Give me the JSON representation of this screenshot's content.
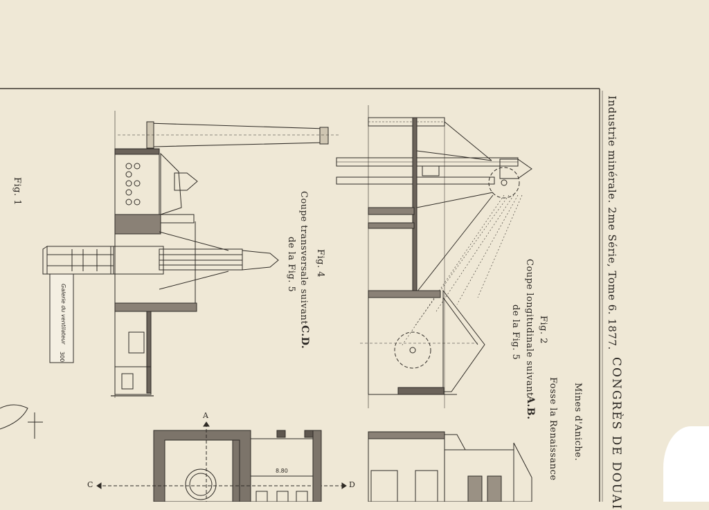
{
  "header": {
    "series_line": "Industrie minérale. 2me Série, Tome 6. 1877.",
    "congress": "CONGRÈS DE DOUAI",
    "mines": "Mines d'Aniche.",
    "fosse": "Fosse la Renaissance"
  },
  "fig2": {
    "number": "Fig. 2",
    "caption": "Coupe longitudinale suivant",
    "section": "A.B.",
    "ref": "de la Fig. 5"
  },
  "fig4": {
    "number": "Fig. 4",
    "caption": "Coupe transversale suivant",
    "section": "C.D.",
    "ref": "de la Fig. 5"
  },
  "fig1": {
    "number": "Fig. 1"
  },
  "annotations": {
    "gallery": "Galerie du ventilateur",
    "dimension": "300",
    "plan_dimension": "8.80"
  },
  "section_marks": {
    "a": "A",
    "c": "C",
    "d": "D"
  },
  "colors": {
    "paper": "#efe8d6",
    "ink": "#2a2622",
    "stain": "#ffffff"
  }
}
